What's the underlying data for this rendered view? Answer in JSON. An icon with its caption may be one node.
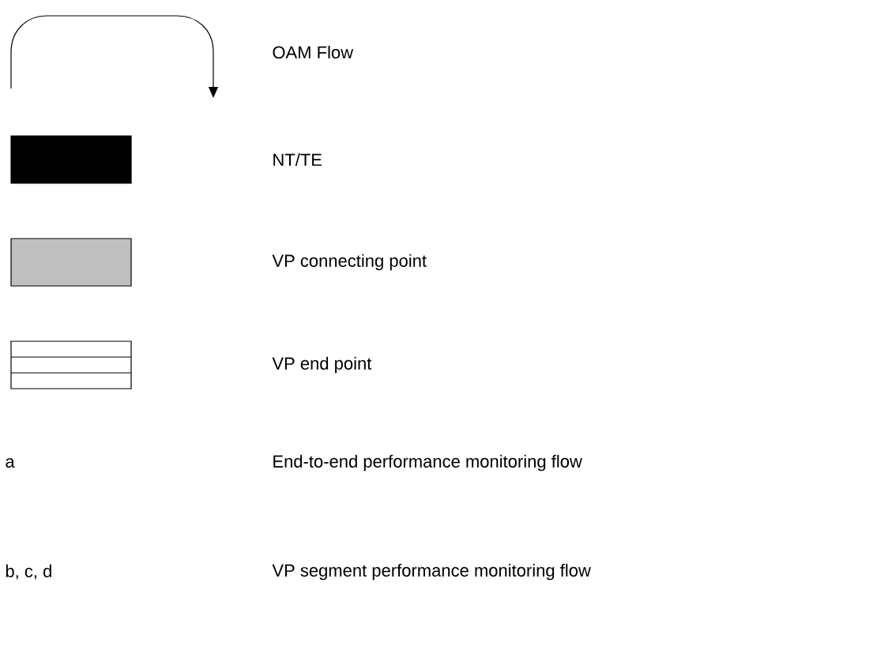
{
  "diagram": {
    "legend": [
      {
        "text": "OAM Flow"
      },
      {
        "text": "NT/TE",
        "color": "#000000"
      },
      {
        "text": "VP connecting point",
        "color": "#c0c0c0"
      },
      {
        "text": "VP end point"
      }
    ],
    "labels": [
      "a",
      "End-to-end performance monitoring flow",
      "b, c, d",
      "VP segment performance monitoring flow"
    ]
  }
}
